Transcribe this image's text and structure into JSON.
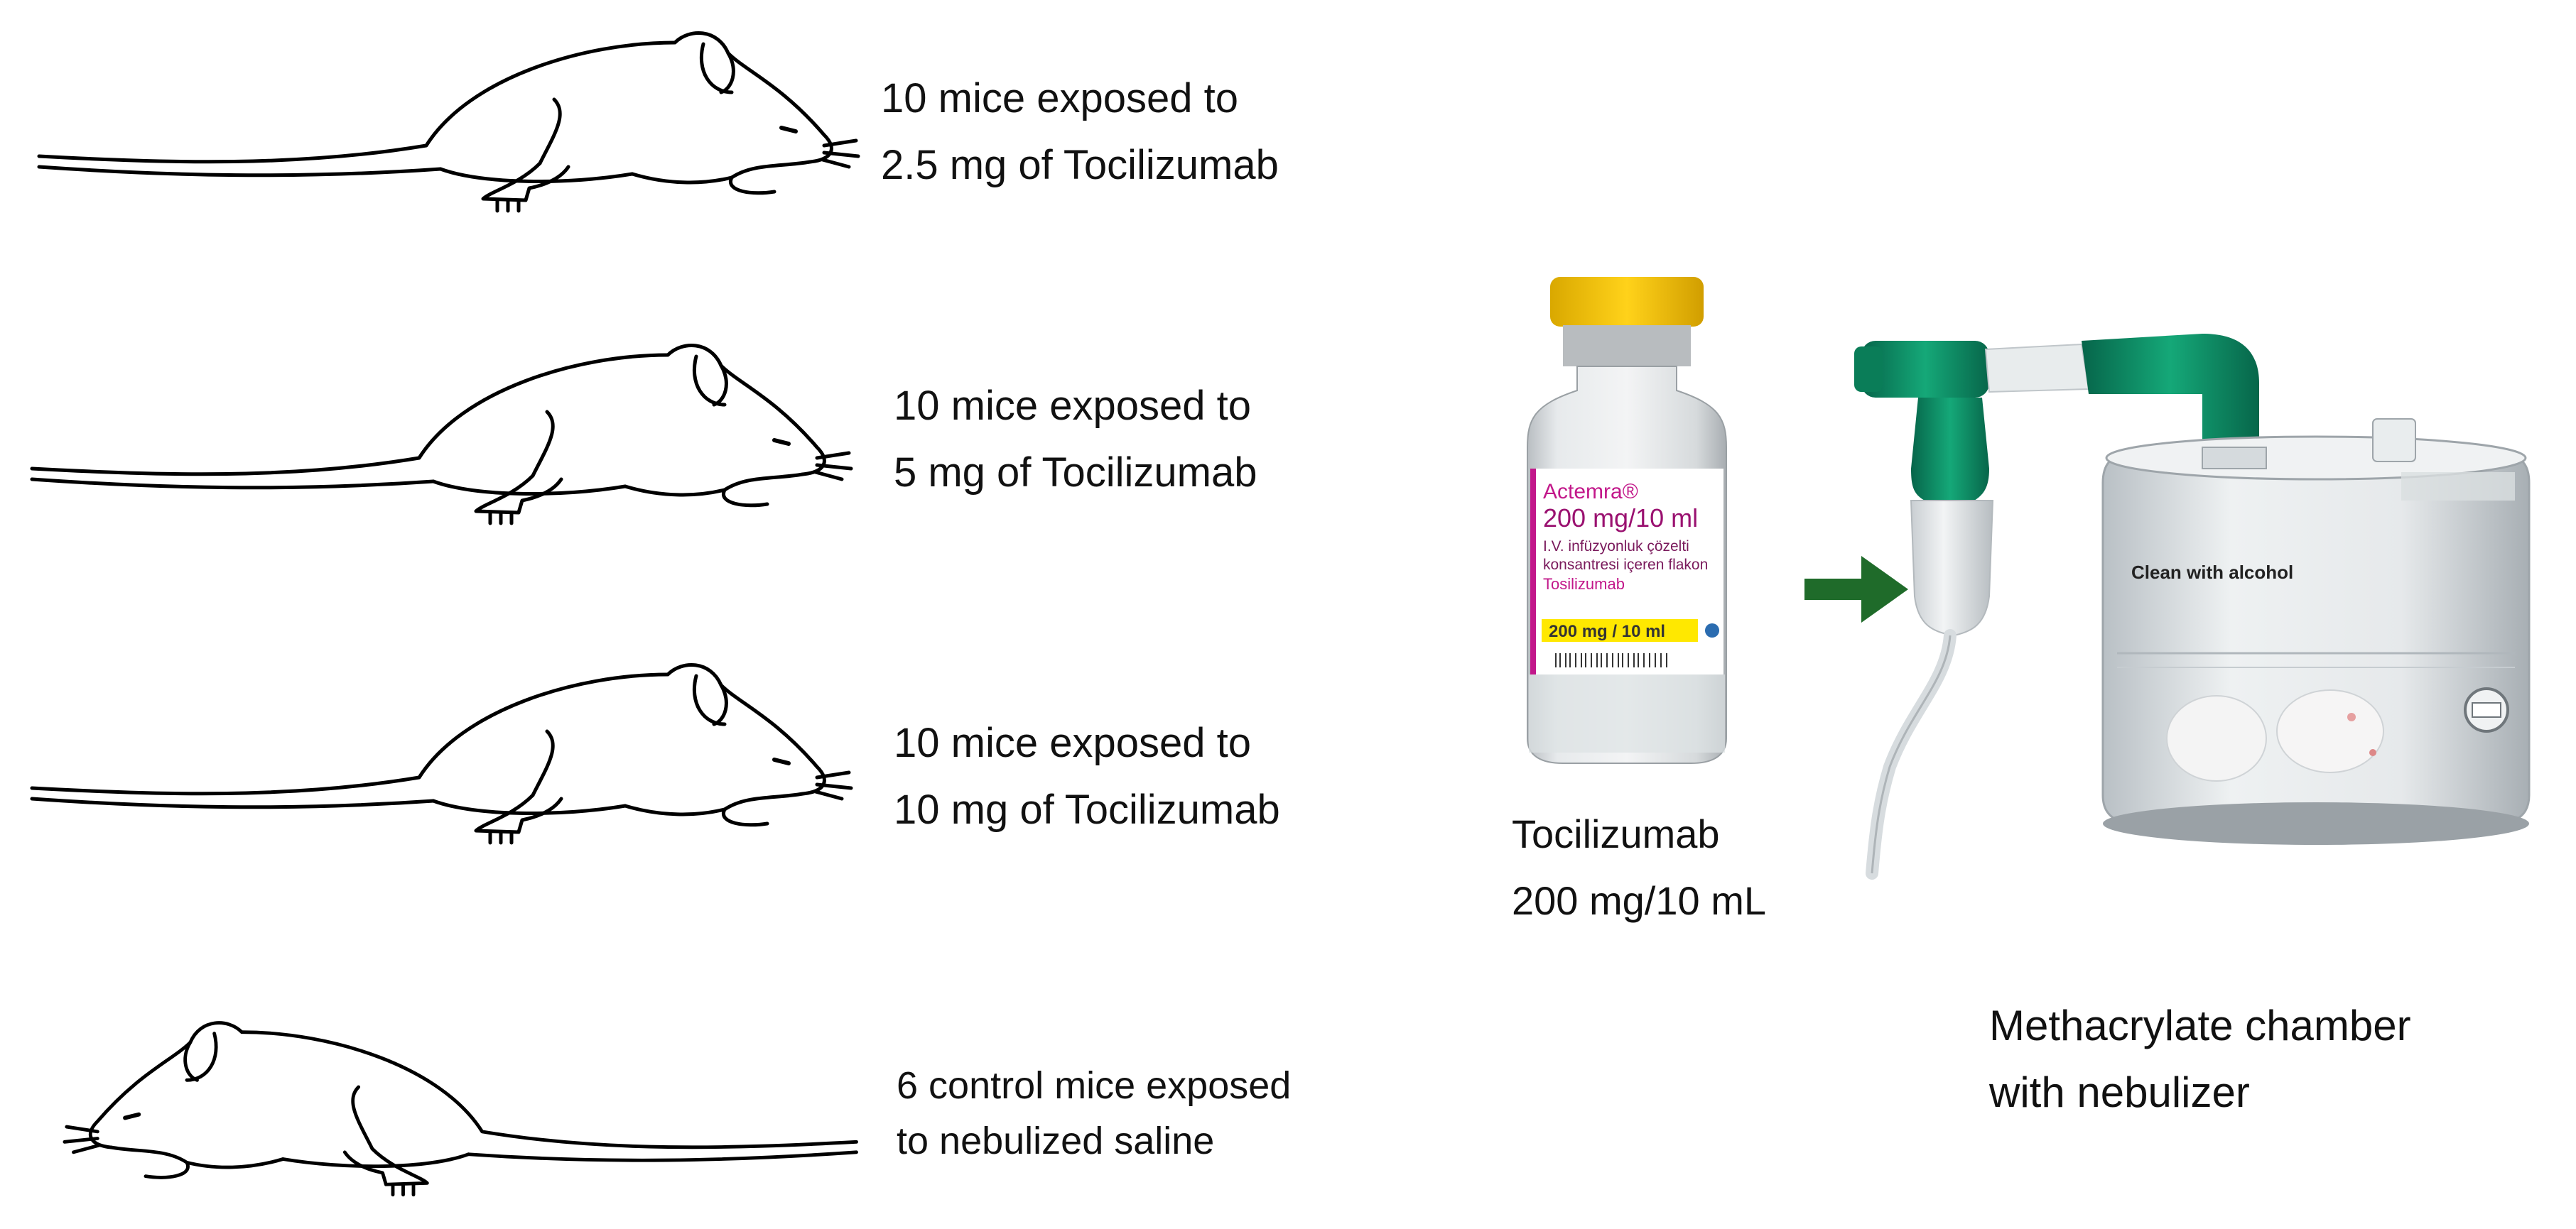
{
  "groups": [
    {
      "line1": "10 mice exposed to",
      "line2": "2.5 mg of Tocilizumab"
    },
    {
      "line1": "10 mice exposed to",
      "line2": "5 mg of Tocilizumab"
    },
    {
      "line1": "10 mice exposed to",
      "line2": "10 mg of Tocilizumab"
    },
    {
      "line1": "6 control mice exposed",
      "line2": "to nebulized saline"
    }
  ],
  "vial": {
    "brand": "Actemra®",
    "strength": "200 mg/10 ml",
    "desc_line1": "I.V. infüzyonluk çözelti",
    "desc_line2": "konsantresi içeren flakon",
    "generic": "Tosilizumab",
    "band": "200 mg / 10 ml"
  },
  "drug_caption": {
    "line1": "Tocilizumab",
    "line2": "200 mg/10 mL"
  },
  "chamber_label": "Clean with alcohol",
  "chamber_caption": {
    "line1": "Methacrylate chamber",
    "line2": "with nebulizer"
  },
  "colors": {
    "cap": "#f2c200",
    "label_accent": "#c2188a",
    "band": "#ffe800",
    "nebulizer_green": "#0f8a60",
    "arrow": "#1f6b2a"
  }
}
